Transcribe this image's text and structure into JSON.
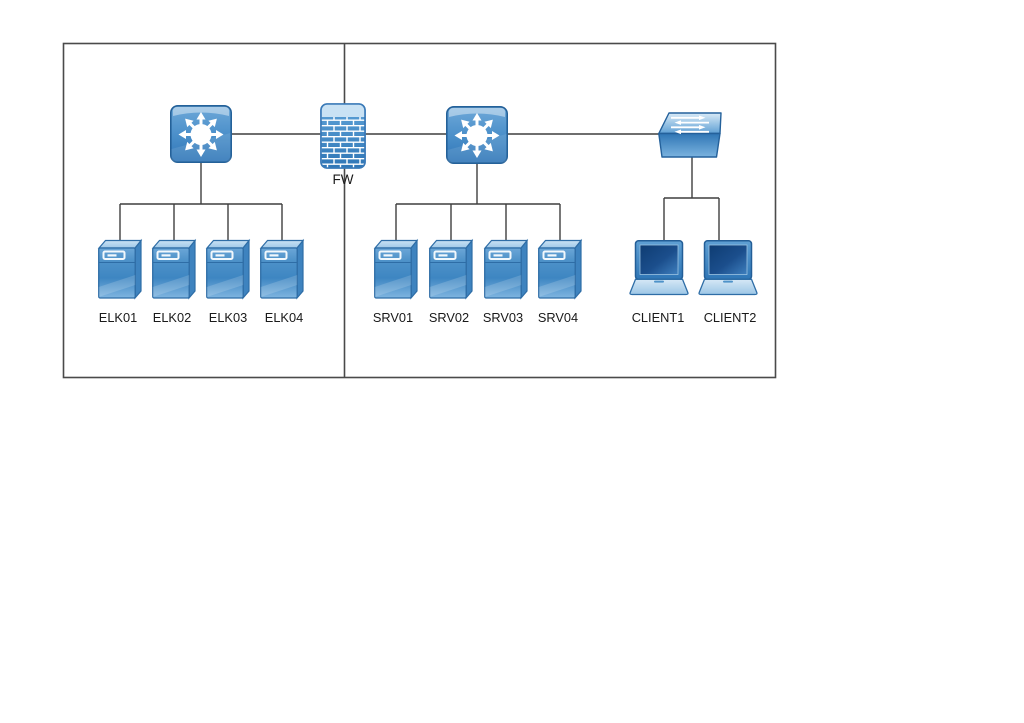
{
  "diagram": {
    "type": "network-topology",
    "firewall": {
      "label": "FW",
      "icon": "firewall-icon"
    },
    "routers": [
      {
        "icon": "router-icon",
        "zone": "left"
      },
      {
        "icon": "router-icon",
        "zone": "right"
      }
    ],
    "switch": {
      "icon": "switch-icon"
    },
    "servers_left": [
      {
        "label": "ELK01",
        "icon": "server-icon"
      },
      {
        "label": "ELK02",
        "icon": "server-icon"
      },
      {
        "label": "ELK03",
        "icon": "server-icon"
      },
      {
        "label": "ELK04",
        "icon": "server-icon"
      }
    ],
    "servers_right": [
      {
        "label": "SRV01",
        "icon": "server-icon"
      },
      {
        "label": "SRV02",
        "icon": "server-icon"
      },
      {
        "label": "SRV03",
        "icon": "server-icon"
      },
      {
        "label": "SRV04",
        "icon": "server-icon"
      }
    ],
    "clients": [
      {
        "label": "CLIENT1",
        "icon": "laptop-icon"
      },
      {
        "label": "CLIENT2",
        "icon": "laptop-icon"
      }
    ],
    "colors": {
      "background": "#ffffff",
      "border": "#4a4a4a",
      "connector": "#3f3f3f",
      "device_blue": "#3e86c6",
      "device_blue_dark": "#2a6cab",
      "device_blue_light": "#c9e2f4",
      "label_text": "#1a1a1a"
    }
  }
}
